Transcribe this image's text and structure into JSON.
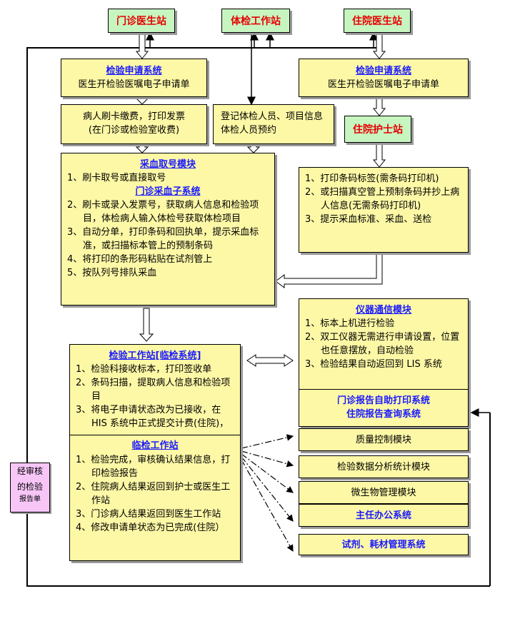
{
  "stations": {
    "outpatient_doctor": "门诊医生站",
    "physical_exam": "体检工作站",
    "inpatient_doctor": "住院医生站",
    "inpatient_nurse": "住院护士站"
  },
  "outpatient_request": {
    "title": "检验申请系统",
    "desc": "医生开检验医嘱电子申请单"
  },
  "inpatient_request": {
    "title": "检验申请系统",
    "desc": "医生开检验医嘱电子申请单"
  },
  "payment": {
    "line1": "病人刷卡缴费，打印发票",
    "line2": "(在门诊或检验室收费)"
  },
  "exam_registration": {
    "line1": "登记体检人员、项目信息",
    "line2": "体检人员预约"
  },
  "blood_collection": {
    "title": "采血取号模块",
    "item1": "1、刷卡取号或直接取号",
    "subtitle": "门诊采血子系统",
    "item2": "2、刷卡或录入发票号，获取病人信息和检验项目，体检病人输入体检号获取体检项目",
    "item3": "3、自动分单，打印条码和回执单，提示采血标准，或扫描标本管上的预制条码",
    "item4": "4、将打印的条形码粘贴在试剂管上",
    "item5": "5、按队列号排队采血"
  },
  "barcode": {
    "item1": "1、打印条码标签(需条码打印机)",
    "item2": "2、或扫描真空管上预制条码并抄上病人信息(无需条码打印机)",
    "item3": "3、提示采血标准、采血、送检"
  },
  "instrument": {
    "title": "仪器通信模块",
    "item1": "1、标本上机进行检验",
    "item2": "2、双工仪器无需进行申请设置，位置也任意摆放，自动检验",
    "item3": "3、检验结果自动返回到 LIS 系统",
    "report1": "门诊报告自助打印系统",
    "report2": "住院报告查询系统"
  },
  "lab_station": {
    "title": "检验工作站[临检系统]",
    "item1": "1、检验科接收标本，打印签收单",
    "item2": "2、条码扫描，提取病人信息和检验项目",
    "item3": "3、将电子申请状态改为已接收，在HIS 系统中正式提交计费(住院)，"
  },
  "clinical_station": {
    "title": "临检工作站",
    "item1": "1、检验完成，审核确认结果信息，打印检验报告",
    "item2": "2、住院病人结果返回到护士或医生工作站",
    "item3": "3、门诊病人结果返回到医生工作站",
    "item4": "4、修改申请单状态为已完成(住院）"
  },
  "modules": [
    "质量控制模块",
    "检验数据分析统计模块",
    "微生物管理模块",
    "主任办公系统",
    "试剂、耗材管理系统"
  ],
  "report_note": {
    "line1": "经审核",
    "line2": "的检验",
    "line3": "报告单"
  }
}
